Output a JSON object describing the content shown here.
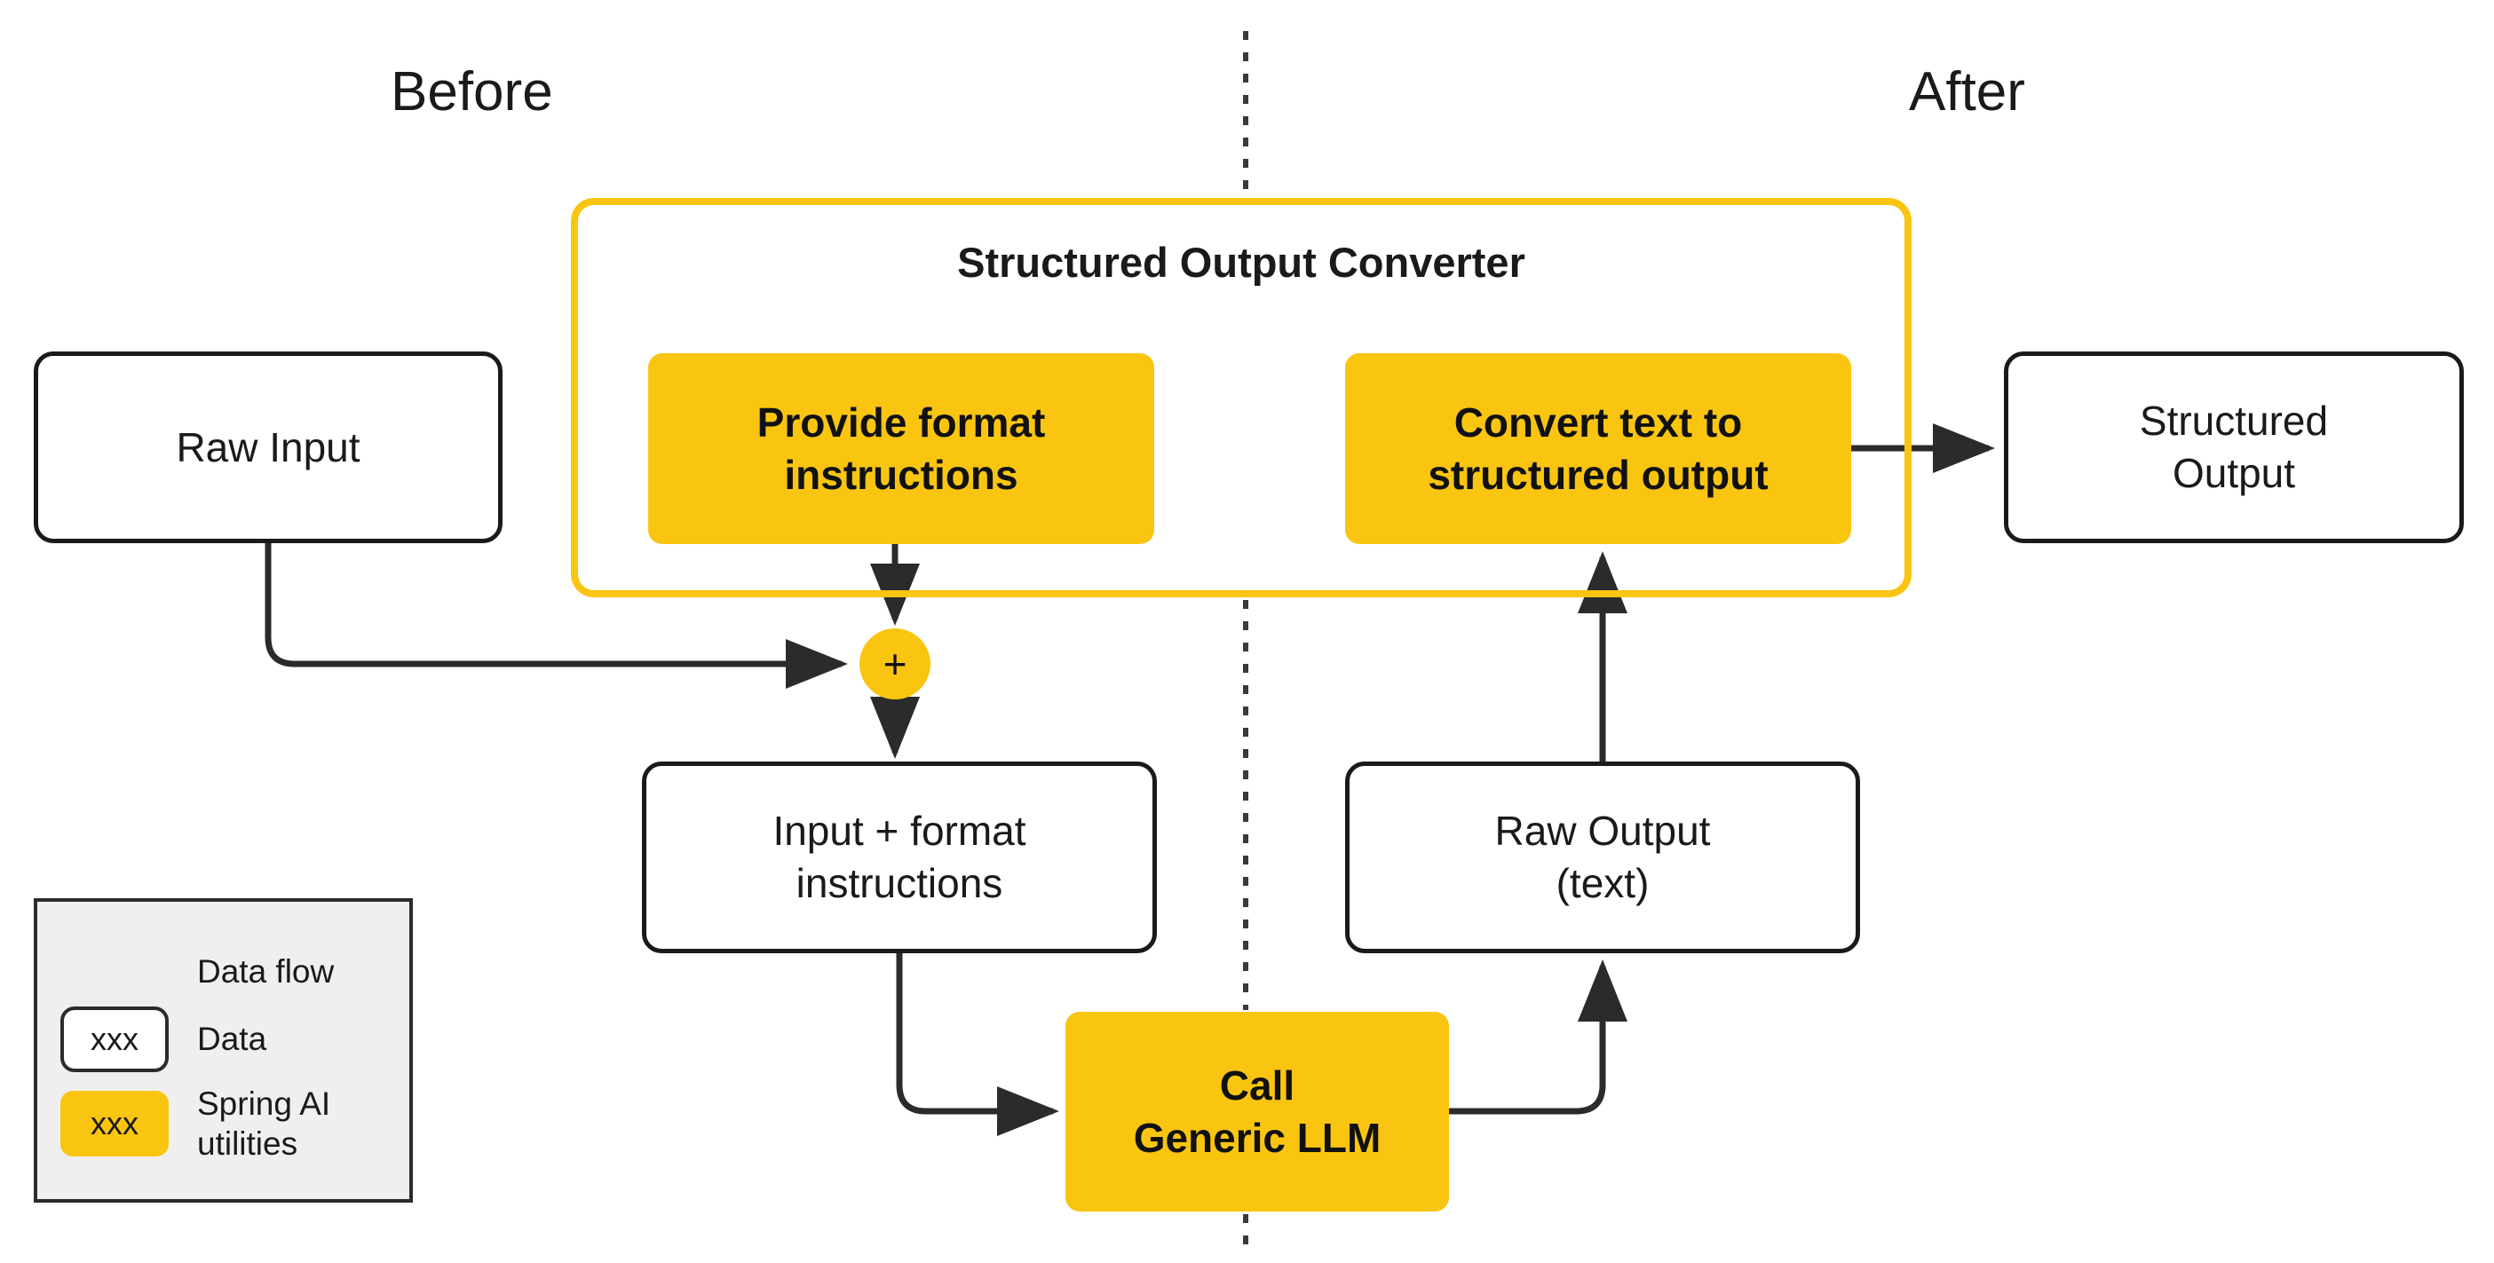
{
  "phases": {
    "before": "Before",
    "after": "After"
  },
  "converter": {
    "title": "Structured Output Converter"
  },
  "nodes": {
    "raw_input": "Raw Input",
    "provide_format": "Provide format\ninstructions",
    "convert_text": "Convert text to\nstructured  output",
    "structured_output": "Structured\nOutput",
    "input_plus_format": "Input + format\ninstructions",
    "raw_output": "Raw Output\n(text)",
    "call_llm": "Call\nGeneric LLM",
    "plus": "+"
  },
  "legend": {
    "items": [
      {
        "swatch": "arrow",
        "swatch_label": "",
        "label": "Data flow"
      },
      {
        "swatch": "data-box",
        "swatch_label": "xxx",
        "label": "Data"
      },
      {
        "swatch": "util-box",
        "swatch_label": "xxx",
        "label": "Spring AI\nutilities"
      }
    ]
  },
  "colors": {
    "accent_yellow": "#F9C511",
    "stroke_dark": "#2b2b2b",
    "legend_bg": "#efefef",
    "canvas_bg": "#ffffff"
  }
}
